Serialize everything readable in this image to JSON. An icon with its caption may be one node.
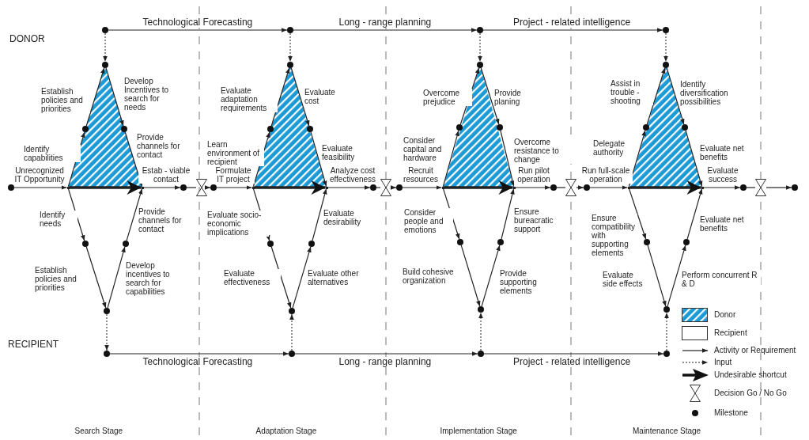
{
  "diagram": {
    "nodes": [
      {
        "text": [],
        "shape": "circle"
      },
      {
        "text": [],
        "shape": "circle"
      },
      {
        "text": [],
        "shape": "circle"
      },
      {
        "text": [],
        "shape": "circle"
      },
      {
        "text": [],
        "shape": "point"
      },
      {
        "text": [],
        "shape": "point"
      },
      {
        "text": [],
        "shape": "circle"
      },
      {
        "text": [],
        "shape": "circle"
      },
      {
        "text": [],
        "shape": "circle"
      },
      {
        "text": [],
        "shape": "circle"
      },
      {
        "text": [],
        "shape": "circle"
      },
      {
        "text": [],
        "shape": "circle"
      },
      {
        "text": [],
        "shape": "circle"
      },
      {
        "text": [],
        "shape": "circle"
      },
      {
        "text": [],
        "shape": "point"
      },
      {
        "text": [],
        "shape": "point"
      },
      {
        "text": [],
        "shape": "circle"
      },
      {
        "text": [],
        "shape": "circle"
      },
      {
        "text": [],
        "shape": "circle"
      },
      {
        "text": [],
        "shape": "circle"
      },
      {
        "text": [],
        "shape": "circle"
      },
      {
        "text": [],
        "shape": "circle"
      },
      {
        "text": [],
        "shape": "circle"
      },
      {
        "text": [],
        "shape": "circle"
      },
      {
        "text": [],
        "shape": "point"
      },
      {
        "text": [],
        "shape": "point"
      },
      {
        "text": [],
        "shape": "circle"
      },
      {
        "text": [],
        "shape": "circle"
      },
      {
        "text": [],
        "shape": "circle"
      },
      {
        "text": [],
        "shape": "circle"
      },
      {
        "text": [],
        "shape": "circle"
      },
      {
        "text": [],
        "shape": "circle"
      },
      {
        "text": [],
        "shape": "circle"
      },
      {
        "text": [],
        "shape": "circle"
      },
      {
        "text": [],
        "shape": "point"
      },
      {
        "text": [],
        "shape": "point"
      },
      {
        "text": [],
        "shape": "circle"
      },
      {
        "text": [],
        "shape": "circle"
      },
      {
        "text": [],
        "shape": "circle"
      },
      {
        "text": [],
        "shape": "circle"
      },
      {
        "text": [],
        "shape": "circle"
      },
      {
        "text": [],
        "shape": "circle"
      },
      {
        "text": [],
        "shape": "hourglass"
      },
      {
        "text": [],
        "shape": "circle"
      },
      {
        "text": [],
        "shape": "circle"
      },
      {
        "text": [],
        "shape": "hourglass"
      },
      {
        "text": [],
        "shape": "circle"
      },
      {
        "text": [],
        "shape": "circle"
      },
      {
        "text": [],
        "shape": "hourglass"
      },
      {
        "text": [],
        "shape": "circle"
      },
      {
        "text": [],
        "shape": "circle"
      },
      {
        "text": [],
        "shape": "hourglass"
      },
      {
        "text": [],
        "shape": "circle"
      }
    ],
    "edges": [
      {
        "from": 4,
        "to": 2,
        "arrow": "to",
        "label": "Identify capabilities"
      },
      {
        "from": 2,
        "to": 1,
        "arrow": "to",
        "label": "Establish policies and priorities"
      },
      {
        "from": 1,
        "to": 3,
        "arrow": "to",
        "label": "Develop Incentives to search for needs"
      },
      {
        "from": 3,
        "to": 5,
        "arrow": "to",
        "label": "Provide channels for contact"
      },
      {
        "from": 4,
        "to": 6,
        "arrow": "to",
        "label": "Identify needs"
      },
      {
        "from": 6,
        "to": 8,
        "arrow": "to",
        "label": "Establish policies and priorities"
      },
      {
        "from": 8,
        "to": 7,
        "arrow": "to",
        "label": "Develop incentives to search for capabilities"
      },
      {
        "from": 7,
        "to": 5,
        "arrow": "to",
        "label": "Provide channels for contact"
      },
      {
        "from": 4,
        "to": 5,
        "arrow": "to",
        "style": "thick"
      },
      {
        "from": 0,
        "to": 1,
        "arrow": "to",
        "style": "dashed"
      },
      {
        "from": 8,
        "to": 9,
        "arrow": "to",
        "style": "dashed"
      },
      {
        "from": 14,
        "to": 12,
        "arrow": "to",
        "label": "Learn environment of recipient"
      },
      {
        "from": 12,
        "to": 11,
        "arrow": "to",
        "label": "Evaluate adaptation requirements"
      },
      {
        "from": 11,
        "to": 13,
        "arrow": "to",
        "label": "Evaluate cost"
      },
      {
        "from": 13,
        "to": 15,
        "arrow": "to",
        "label": "Evaluate feasibility"
      },
      {
        "from": 14,
        "to": 16,
        "arrow": "to",
        "label": "Evaluate socio-economic implications"
      },
      {
        "from": 16,
        "to": 18,
        "arrow": "to",
        "label": "Evaluate effectiveness"
      },
      {
        "from": 18,
        "to": 17,
        "arrow": "to",
        "label": "Evaluate other alternatives"
      },
      {
        "from": 17,
        "to": 15,
        "arrow": "to",
        "label": "Evaluate desirability"
      },
      {
        "from": 14,
        "to": 15,
        "arrow": "to",
        "style": "thick"
      },
      {
        "from": 10,
        "to": 11,
        "arrow": "to",
        "style": "dashed"
      },
      {
        "from": 19,
        "to": 18,
        "arrow": "to",
        "style": "dashed"
      },
      {
        "from": 24,
        "to": 22,
        "arrow": "to",
        "label": "Consider capital and hardware"
      },
      {
        "from": 22,
        "to": 21,
        "arrow": "to",
        "label": "Overcome prejudice"
      },
      {
        "from": 21,
        "to": 23,
        "arrow": "to",
        "label": "Provide planing"
      },
      {
        "from": 23,
        "to": 25,
        "arrow": "to",
        "label": "Overcome resistance to change"
      },
      {
        "from": 24,
        "to": 26,
        "arrow": "to",
        "label": "Consider people and emotions"
      },
      {
        "from": 26,
        "to": 28,
        "arrow": "to",
        "label": "Build cohesive organization"
      },
      {
        "from": 28,
        "to": 27,
        "arrow": "to",
        "label": "Provide supporting elements"
      },
      {
        "from": 27,
        "to": 25,
        "arrow": "to",
        "label": "Ensure bureacratic support"
      },
      {
        "from": 24,
        "to": 25,
        "arrow": "to",
        "style": "thick"
      },
      {
        "from": 20,
        "to": 21,
        "arrow": "to",
        "style": "dashed"
      },
      {
        "from": 29,
        "to": 28,
        "arrow": "to",
        "style": "dashed"
      },
      {
        "from": 34,
        "to": 32,
        "arrow": "to",
        "label": "Delegate authority"
      },
      {
        "from": 32,
        "to": 31,
        "arrow": "to",
        "label": "Assist in trouble - shooting"
      },
      {
        "from": 31,
        "to": 33,
        "arrow": "to",
        "label": "Identify diversification possibilities"
      },
      {
        "from": 33,
        "to": 35,
        "arrow": "to",
        "label": "Evaluate net benefits"
      },
      {
        "from": 34,
        "to": 36,
        "arrow": "to",
        "label": "Ensure compatibility with supporting elements"
      },
      {
        "from": 36,
        "to": 38,
        "arrow": "to",
        "label": "Evaluate side effects"
      },
      {
        "from": 38,
        "to": 37,
        "arrow": "to",
        "label": "Perform concurrent R & D"
      },
      {
        "from": 37,
        "to": 35,
        "arrow": "to",
        "label": "Evaluate net benefits"
      },
      {
        "from": 34,
        "to": 35,
        "arrow": "to",
        "style": "thick"
      },
      {
        "from": 30,
        "to": 31,
        "arrow": "to",
        "style": "dashed"
      },
      {
        "from": 39,
        "to": 38,
        "arrow": "to",
        "style": "dashed"
      },
      {
        "from": 0,
        "to": 10,
        "arrow": "to",
        "label": "Technological Forecasting"
      },
      {
        "from": 10,
        "to": 20,
        "arrow": "to",
        "label": "Long - range planning"
      },
      {
        "from": 20,
        "to": 30,
        "arrow": "to",
        "label": "Project - related intelligence"
      },
      {
        "from": 9,
        "to": 19,
        "arrow": "to",
        "label": "Technological Forecasting"
      },
      {
        "from": 19,
        "to": 29,
        "arrow": "to",
        "label": "Long - range planning"
      },
      {
        "from": 29,
        "to": 39,
        "arrow": "to",
        "label": "Project - related intelligence"
      },
      {
        "from": 40,
        "to": 4,
        "arrow": "to",
        "label": "Unrecognized IT Opportunity"
      },
      {
        "from": 5,
        "to": 41,
        "arrow": "to",
        "label": "Estab - viable contact"
      },
      {
        "from": 41,
        "to": 42,
        "arrow": "none"
      },
      {
        "from": 42,
        "to": 43,
        "arrow": "to"
      },
      {
        "from": 43,
        "to": 14,
        "arrow": "to",
        "label": "Formulate IT project"
      },
      {
        "from": 15,
        "to": 44,
        "arrow": "to",
        "label": "Analyze cost effectiveness"
      },
      {
        "from": 44,
        "to": 45,
        "arrow": "none"
      },
      {
        "from": 45,
        "to": 46,
        "arrow": "to"
      },
      {
        "from": 46,
        "to": 24,
        "arrow": "to",
        "label": "Recruit resources"
      },
      {
        "from": 25,
        "to": 47,
        "arrow": "to",
        "label": "Run pilot operation"
      },
      {
        "from": 47,
        "to": 48,
        "arrow": "none"
      },
      {
        "from": 48,
        "to": 49,
        "arrow": "to"
      },
      {
        "from": 49,
        "to": 34,
        "arrow": "to",
        "label": "Run full-scale operation"
      },
      {
        "from": 35,
        "to": 50,
        "arrow": "to",
        "label": "Evaluate success"
      },
      {
        "from": 50,
        "to": 51,
        "arrow": "none"
      },
      {
        "from": 51,
        "to": 52,
        "arrow": "to"
      }
    ],
    "labels": [
      "DONOR",
      "RECIPIENT",
      "Search Stage",
      "Adaptation Stage",
      "Implementation Stage",
      "Maintenance Stage"
    ],
    "legend": [
      {
        "text": "Donor",
        "color": "#1b9ad6"
      },
      {
        "text": "Recipient",
        "color": "#ffffff"
      },
      {
        "text": "Activity or Requirement"
      },
      {
        "text": "Input"
      },
      {
        "text": "Undesirable shortcut"
      },
      {
        "text": "Decision Go / No Go"
      },
      {
        "text": "Milestone"
      }
    ]
  }
}
